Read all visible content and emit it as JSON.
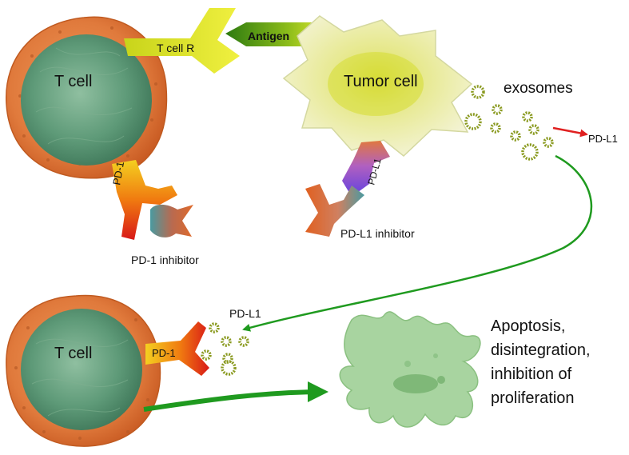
{
  "labels": {
    "t_cell_top": "T cell",
    "t_cell_bottom": "T cell",
    "t_cell_receptor": "T cell R",
    "antigen": "Antigen",
    "tumor_cell": "Tumor cell",
    "exosomes": "exosomes",
    "pd_l1_right": "PD-L1",
    "pd_l1_on_tumor": "PD-L1",
    "pd_l1_inhibitor": "PD-L1 inhibitor",
    "pd_1_top": "PD-1",
    "pd_1_inhibitor": "PD-1 inhibitor",
    "pd_l1_bottom": "PD-L1",
    "pd_1_bottom": "PD-1",
    "outcome_line1": "Apoptosis,",
    "outcome_line2": "disintegration,",
    "outcome_line3": "inhibition of",
    "outcome_line4": "proliferation"
  },
  "colors": {
    "cell_membrane": "#e07a3c",
    "nucleus": "#5e9a78",
    "tumor_fill": "#eef0b8",
    "receptor_yellow": "#e8ec2a",
    "antigen_green": "#3c8a10",
    "arrow_green": "#1f9a1f",
    "arrow_red": "#e02020",
    "exosome_ring": "#8a9a20",
    "apoptotic_cell": "#a8d4a0"
  }
}
